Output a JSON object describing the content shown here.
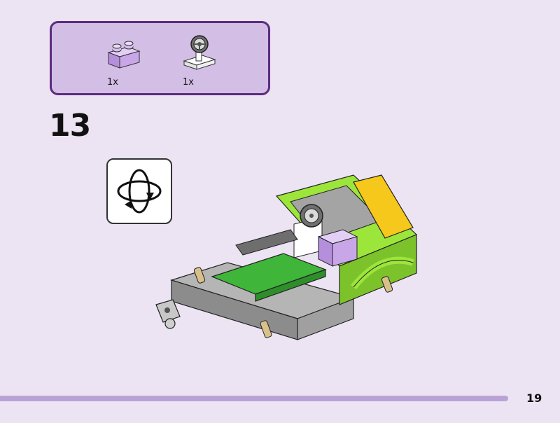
{
  "parts_list": {
    "items": [
      {
        "part": "lavender-1x2-brick",
        "color": "#C9A6E8",
        "quantity": "1x"
      },
      {
        "part": "steering-wheel-on-white-plate",
        "color": "#FFFFFF",
        "quantity": "1x"
      }
    ]
  },
  "step": {
    "number": "13"
  },
  "rotate_hint": {
    "icon": "rotate-model-icon"
  },
  "model": {
    "icon": "vehicle-build-illustration"
  },
  "footer": {
    "page_number": "19"
  },
  "colors": {
    "background": "#ECE3F3",
    "parts_box_fill": "#D3BEE6",
    "parts_box_border": "#5C2C7E",
    "footer_bar": "#B9A3D6",
    "lime": "#9CE63C",
    "green": "#3FB53A",
    "yellow": "#F6C81B",
    "gray": "#A4A4A4",
    "dark_gray": "#6E6E6E",
    "tan": "#D9C08A"
  }
}
